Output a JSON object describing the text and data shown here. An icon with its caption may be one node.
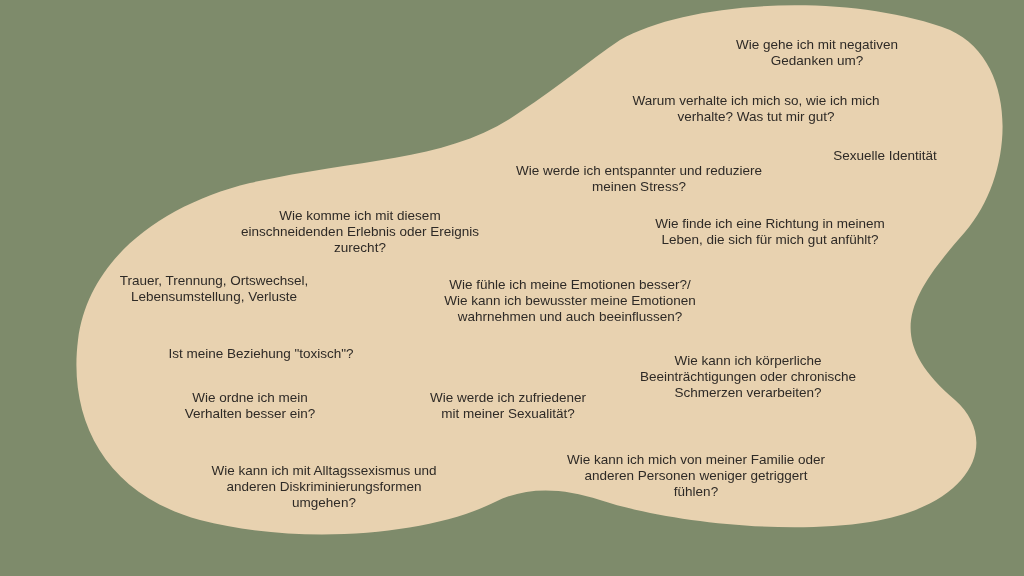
{
  "diagram": {
    "nodes": [
      {
        "text": [
          "Wie gehe ich mit negativen Gedanken um?",
          "Warum verhalte ich mich so, wie ich mich verhalte? Was tut mir gut?",
          "Sexuelle Identität",
          "Wie werde ich entspannter und reduziere meinen Stress?",
          "Wie komme ich mit diesem einschneidenden Erlebnis oder Ereignis zurecht?",
          "Wie finde ich eine Richtung in meinem Leben, die sich für mich gut anfühlt?",
          "Trauer, Trennung, Ortswechsel, Lebensumstellung, Verluste",
          "Wie fühle ich meine Emotionen besser?/ Wie kann ich bewusster meine Emotionen wahrnehmen und auch beeinflussen?",
          "Ist meine Beziehung \"toxisch\"?",
          "Wie kann ich körperliche Beeinträchtigungen oder chronische Schmerzen verarbeiten?",
          "Wie ordne ich mein Verhalten besser ein?",
          "Wie werde ich zufriedener mit meiner Sexualität?",
          "Wie kann ich mich von meiner Familie oder anderen Personen weniger getriggert fühlen?",
          "Wie kann ich mit Alltagssexismus und anderen Diskriminierungsformen umgehen?"
        ]
      }
    ]
  }
}
